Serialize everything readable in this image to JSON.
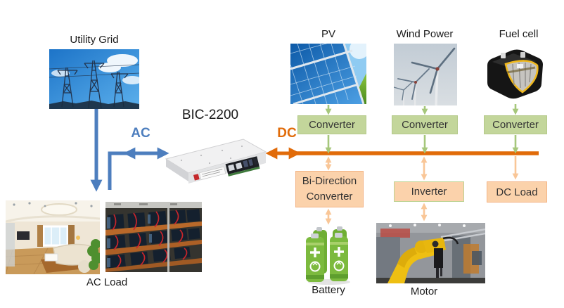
{
  "diagram": {
    "title": "BIC-2200",
    "ac_bus_label": "AC",
    "dc_bus_label": "DC"
  },
  "nodes": {
    "utility_grid": {
      "label": "Utility Grid"
    },
    "pv": {
      "label": "PV"
    },
    "wind": {
      "label": "Wind Power"
    },
    "fuel_cell": {
      "label": "Fuel cell"
    },
    "converter_pv": {
      "label": "Converter"
    },
    "converter_wind": {
      "label": "Converter"
    },
    "converter_fuel": {
      "label": "Converter"
    },
    "bi_direction_converter": {
      "label_line1": "Bi-Direction",
      "label_line2": "Converter"
    },
    "inverter": {
      "label": "Inverter"
    },
    "dc_load": {
      "label": "DC Load"
    },
    "ac_load": {
      "label": "AC Load"
    },
    "battery": {
      "label": "Battery"
    },
    "motor": {
      "label": "Motor"
    }
  },
  "photos": {
    "utility_grid": "photo of high-voltage transmission towers under blue sky",
    "pv": "photo of solar panels with sky and grass",
    "wind": "photo of wind turbines",
    "fuel_cell": "cutaway render of a fuel cell battery",
    "bic2200": "photo of MEAN WELL BIC-2200 power supply unit",
    "living_room": "photo of a living room interior",
    "battery_rack": "photo of battery racks with red cables",
    "battery": "photo of green rechargeable batteries",
    "motor": "photo of a yellow industrial robot arm"
  },
  "colors": {
    "ac_blue": "#4D7EBE",
    "dc_orange": "#E16B09",
    "green_box": "#C3D69B",
    "green_arrow": "#A6C77B",
    "peach_box": "#FBD2AB",
    "peach_arrow": "#F9C697"
  }
}
